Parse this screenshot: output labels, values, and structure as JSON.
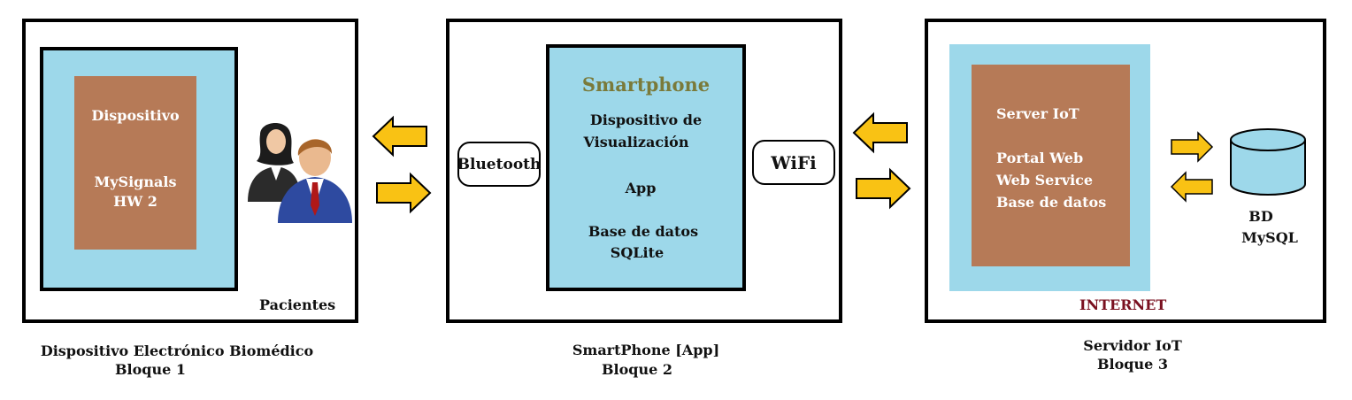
{
  "block1": {
    "device_title": "Dispositivo",
    "device_name_line1": "MySignals",
    "device_name_line2": "HW 2",
    "patients_label": "Pacientes",
    "caption_line1": "Dispositivo Electrónico Biomédico",
    "caption_line2": "Bloque 1"
  },
  "block2": {
    "title": "Smartphone",
    "line1": "Dispositivo de",
    "line2": "Visualización",
    "line3": "App",
    "line4": "Base de datos",
    "line5": "SQLite",
    "bluetooth_label": "Bluetooth",
    "wifi_label": "WiFi",
    "caption_line1": "SmartPhone [App]",
    "caption_line2": "Bloque 2"
  },
  "block3": {
    "line1": "Server IoT",
    "line2": "Portal Web",
    "line3": "Web Service",
    "line4": "Base de datos",
    "db_line1": "BD",
    "db_line2": "MySQL",
    "internet_label": "INTERNET",
    "caption_line1": "Servidor IoT",
    "caption_line2": "Bloque 3"
  },
  "colors": {
    "cyan": "#9dd8ea",
    "brown": "#b67a57",
    "arrow": "#f9c214",
    "smartphone_title": "#7a7a3a",
    "internet": "#7a1020"
  }
}
